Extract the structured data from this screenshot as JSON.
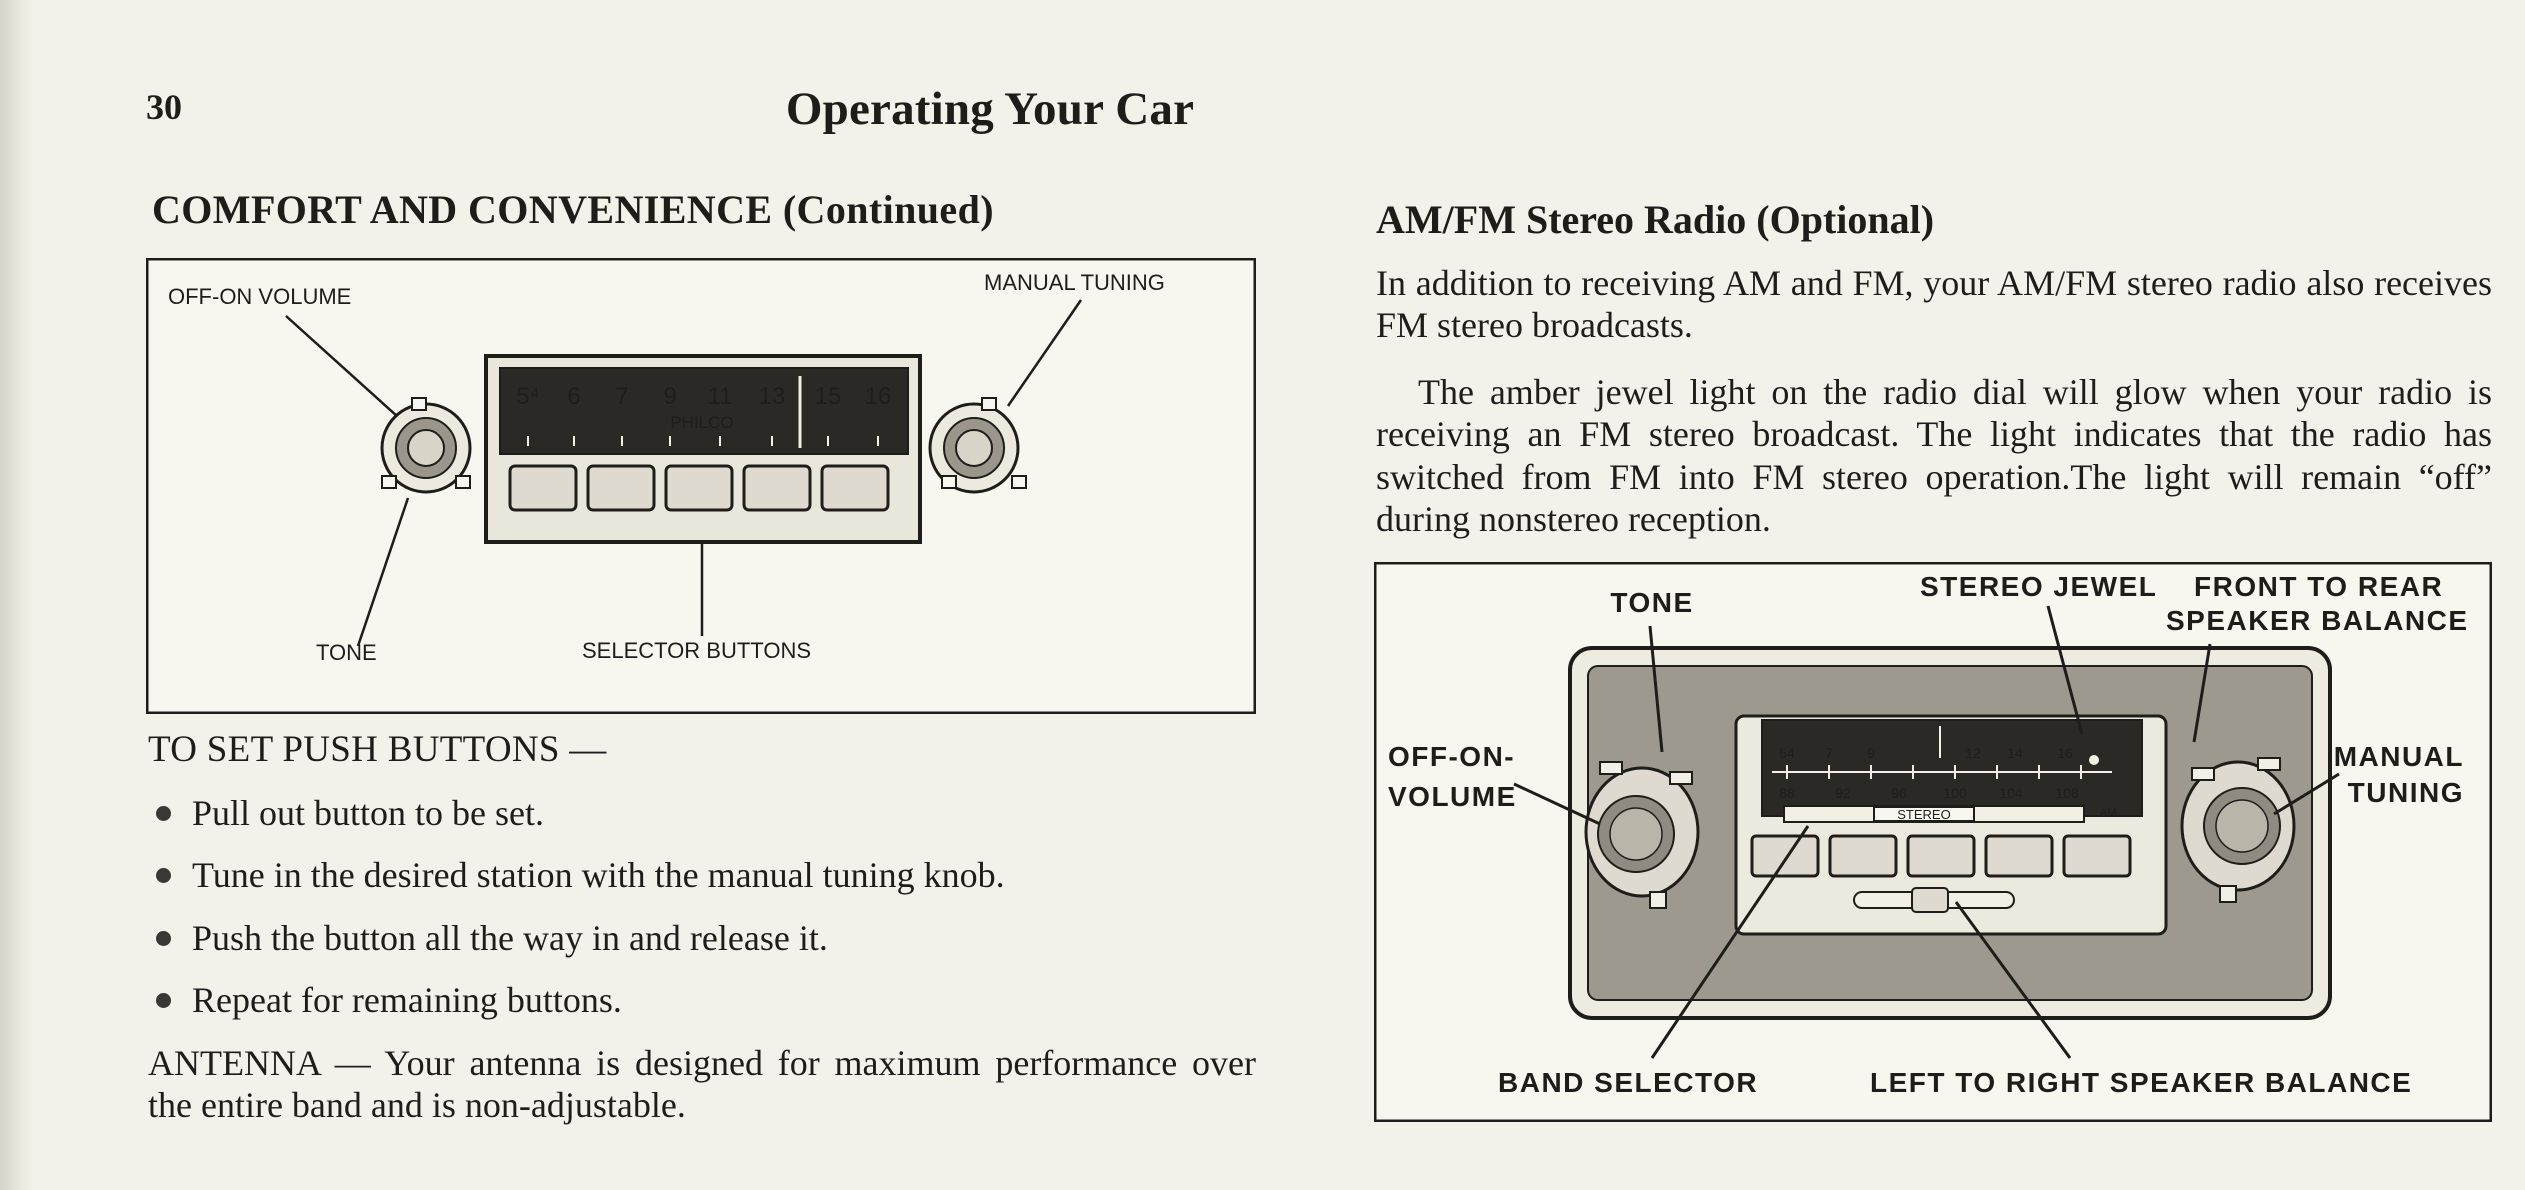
{
  "page_number": "30",
  "page_title": "Operating Your Car",
  "section_heading": "COMFORT AND CONVENIENCE (Continued)",
  "figure1": {
    "labels": {
      "off_on_volume": "OFF-ON VOLUME",
      "manual_tuning": "MANUAL TUNING",
      "tone": "TONE",
      "selector_buttons": "SELECTOR BUTTONS"
    },
    "dial_numbers": [
      "5⁴",
      "6",
      "7",
      "9",
      "11",
      "13",
      "15",
      "16"
    ],
    "brand": "PHILCO"
  },
  "push_buttons": {
    "heading": "TO SET PUSH BUTTONS —",
    "steps": [
      "Pull out button to be set.",
      "Tune in the desired station with the manual tuning knob.",
      "Push the button all the way in and release it.",
      "Repeat for remaining buttons."
    ]
  },
  "antenna": "ANTENNA — Your antenna is designed for maximum performance over the entire band and is non-adjustable.",
  "am_fm": {
    "heading": "AM/FM Stereo Radio (Optional)",
    "para1": "In addition to receiving AM and FM, your AM/FM stereo radio also receives FM stereo broadcasts.",
    "para2": "The amber jewel light on the radio dial will glow when your radio is receiving an FM stereo broadcast. The light indicates that the radio has switched from FM into FM stereo operation.The light will remain “off” during nonstereo reception."
  },
  "figure2": {
    "labels": {
      "tone": "TONE",
      "stereo_jewel": "STEREO JEWEL",
      "front_to_rear_1": "FRONT TO REAR",
      "front_to_rear_2": "SPEAKER BALANCE",
      "off_on_1": "OFF-ON-",
      "off_on_2": "VOLUME",
      "manual_1": "MANUAL",
      "manual_2": "TUNING",
      "band_selector": "BAND SELECTOR",
      "left_to_right": "LEFT TO RIGHT SPEAKER BALANCE"
    },
    "am_scale": [
      "54",
      "7",
      "9",
      "12",
      "14",
      "16"
    ],
    "fm_scale": [
      "88",
      "92",
      "96",
      "100",
      "104",
      "108"
    ],
    "stereo_word": "STEREO",
    "am_tag": "AM"
  }
}
